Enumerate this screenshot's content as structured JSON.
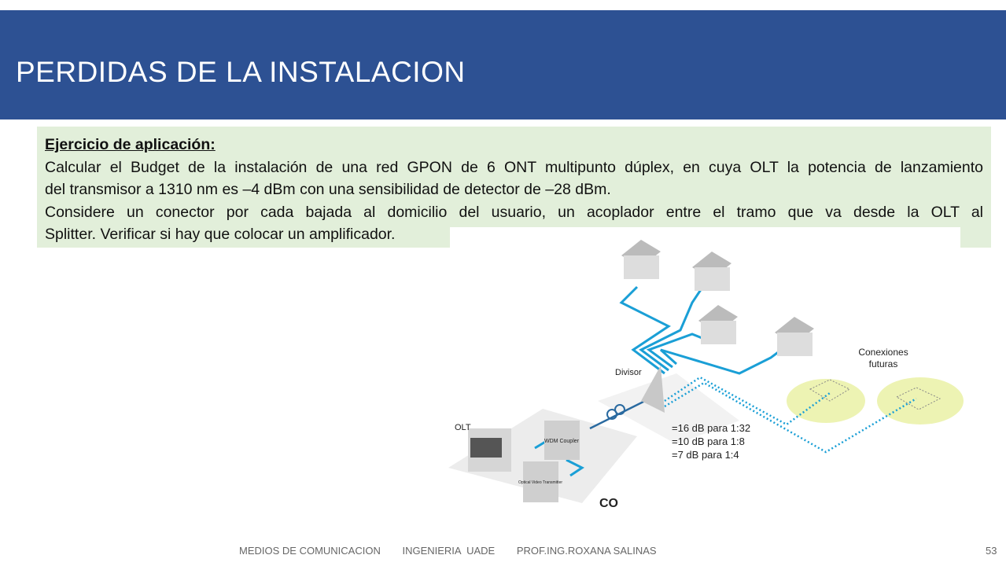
{
  "header": {
    "title": "PERDIDAS DE LA INSTALACION",
    "color": "#2d5193"
  },
  "exercise": {
    "heading": "Ejercicio de aplicación:",
    "line1": "Calcular el Budget de la instalación de una red GPON de 6 ONT multipunto dúplex, en cuya OLT la potencia de lanzamiento",
    "line2": "del transmisor a 1310 nm es –4 dBm con una sensibilidad de detector de –28 dBm.",
    "line3": "Considere un conector por cada bajada al domicilio del usuario, un acoplador entre el tramo que va desde la OLT al",
    "line4": "Splitter. Verificar si hay que colocar un amplificador."
  },
  "diagram": {
    "olt": "OLT",
    "wdm": "WDM Coupler",
    "ovt": "Optical Video Transmitter",
    "co": "CO",
    "divisor": "Divisor",
    "future": [
      "Conexiones",
      "futuras"
    ],
    "losses": [
      "=16 dB para 1:32",
      "=10 dB para 1:8",
      "=7 dB para 1:4"
    ],
    "fiber_color": "#1a9fd6"
  },
  "footer": {
    "course": "MEDIOS DE COMUNICACION",
    "school": "INGENIERIA  UADE",
    "professor": "PROF.ING.ROXANA SALINAS",
    "page": "53"
  }
}
